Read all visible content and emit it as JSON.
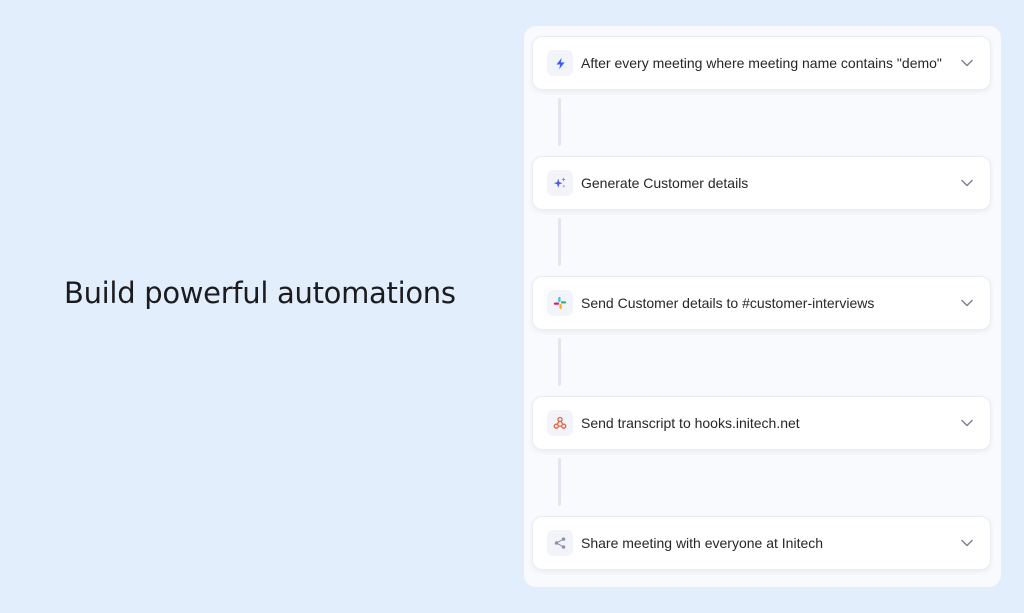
{
  "headline": "Build powerful automations",
  "steps": [
    {
      "icon": "lightning-bolt-icon",
      "label": "After every meeting where meeting name contains \"demo\"",
      "accent": "#3b5bfd"
    },
    {
      "icon": "ai-sparkle-icon",
      "label": "Generate Customer details",
      "accent": "#5a6bf0"
    },
    {
      "icon": "slack-icon",
      "label": "Send Customer details to #customer-interviews",
      "accent": "#e01e5a"
    },
    {
      "icon": "webhook-icon",
      "label": "Send transcript to hooks.initech.net",
      "accent": "#e8603c"
    },
    {
      "icon": "share-icon",
      "label": "Share meeting with everyone at Initech",
      "accent": "#8b93a7"
    }
  ],
  "colors": {
    "background": "#e3eefc",
    "panel": "#f8fafd",
    "card": "#ffffff",
    "connector": "#e2e6ee",
    "text": "#27272b"
  }
}
